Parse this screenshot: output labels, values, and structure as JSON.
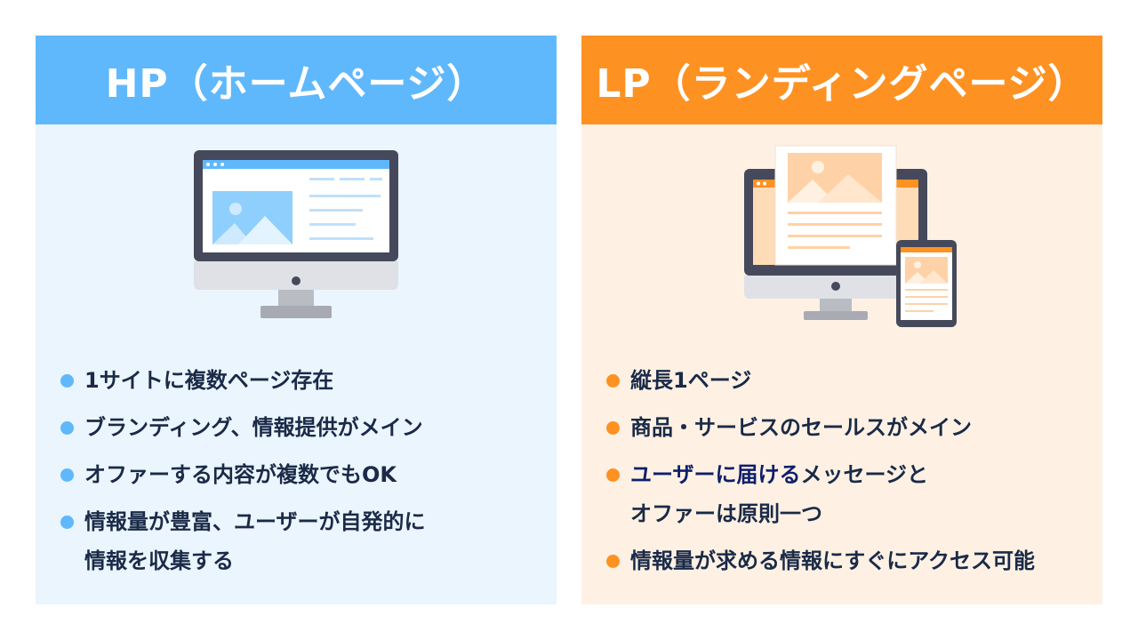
{
  "colors": {
    "hp_accent": "#60b8fc",
    "lp_accent": "#fd9223",
    "hp_panel_bg": "#eaf5fe",
    "lp_panel_bg": "#fef1e4",
    "text": "#1a2a47"
  },
  "hp": {
    "title": "HP（ホームページ）",
    "illustration_icon": "desktop-monitor-icon",
    "bullets": [
      {
        "line1": "1サイトに複数ページ存在"
      },
      {
        "line1": "ブランディング、情報提供がメイン"
      },
      {
        "line1": "オファーする内容が複数でもOK"
      },
      {
        "line1": "情報量が豊富、ユーザーが自発的に",
        "line2": "情報を収集する"
      }
    ]
  },
  "lp": {
    "title": "LP（ランディングページ）",
    "illustration_icon": "landing-page-devices-icon",
    "bullets": [
      {
        "line1": "縦長1ページ"
      },
      {
        "line1": "商品・サービスのセールスがメイン"
      },
      {
        "emph": "ユーザーに届ける",
        "line1_rest": "メッセージと",
        "line2": "オファーは原則一つ"
      },
      {
        "line1": "情報量が求める情報にすぐにアクセス可能"
      }
    ]
  }
}
